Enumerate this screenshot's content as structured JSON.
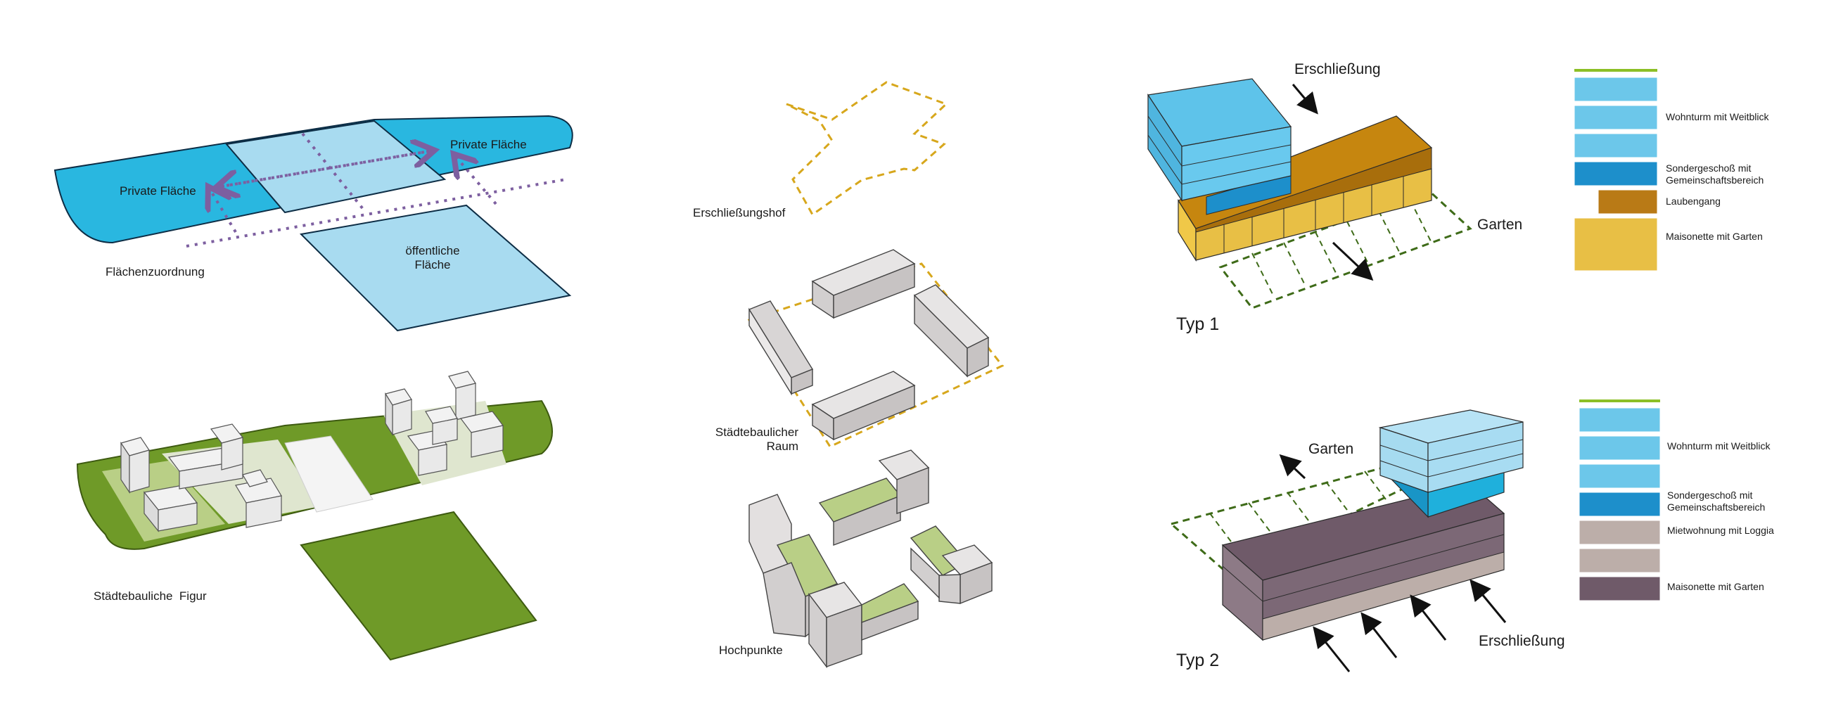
{
  "panel_left": {
    "top_diagram_label": "Flächenzuordnung",
    "private_left": "Private Fläche",
    "private_right": "Private Fläche",
    "public_line1": "öffentliche",
    "public_line2": "Fläche",
    "bottom_diagram_label": "Städtebauliche  Figur"
  },
  "panel_middle": {
    "label_1": "Erschließungshof",
    "label_2_line1": "Städtebaulicher",
    "label_2_line2": "Raum",
    "label_3": "Hochpunkte"
  },
  "panel_right": {
    "typ1": {
      "title": "Typ 1",
      "access_label": "Erschließung",
      "garden_label": "Garten",
      "legend": [
        {
          "label": "Wohnturm mit Weitblick",
          "color": "#6cc7ea"
        },
        {
          "label_line1": "Sondergeschoß mit",
          "label_line2": "Gemeinschaftsbereich",
          "color": "#1d8fcb"
        },
        {
          "label": "Laubengang",
          "color": "#b97a16"
        },
        {
          "label": "Maisonette mit Garten",
          "color": "#e8bf45"
        }
      ]
    },
    "typ2": {
      "title": "Typ 2",
      "access_label": "Erschließung",
      "garden_label": "Garten",
      "legend": [
        {
          "label": "Wohnturm mit Weitblick",
          "color": "#6cc7ea"
        },
        {
          "label_line1": "Sondergeschoß mit",
          "label_line2": "Gemeinschaftsbereich",
          "color": "#1d8fcb"
        },
        {
          "label": "Mietwohnung mit Loggia",
          "color": "#bcaea9"
        },
        {
          "label": "Maisonette mit Garten",
          "color": "#6f5a69"
        }
      ]
    }
  },
  "colors": {
    "private_blue": "#29b7e0",
    "public_blue": "#a8dbf0",
    "path_purple": "#7d5fa0",
    "grass": "#6f9a28",
    "grass_light": "#b9cf86",
    "yellow_dash": "#d7a71c",
    "green_dash": "#3e6b18",
    "accent_line": "#8cbf26"
  }
}
